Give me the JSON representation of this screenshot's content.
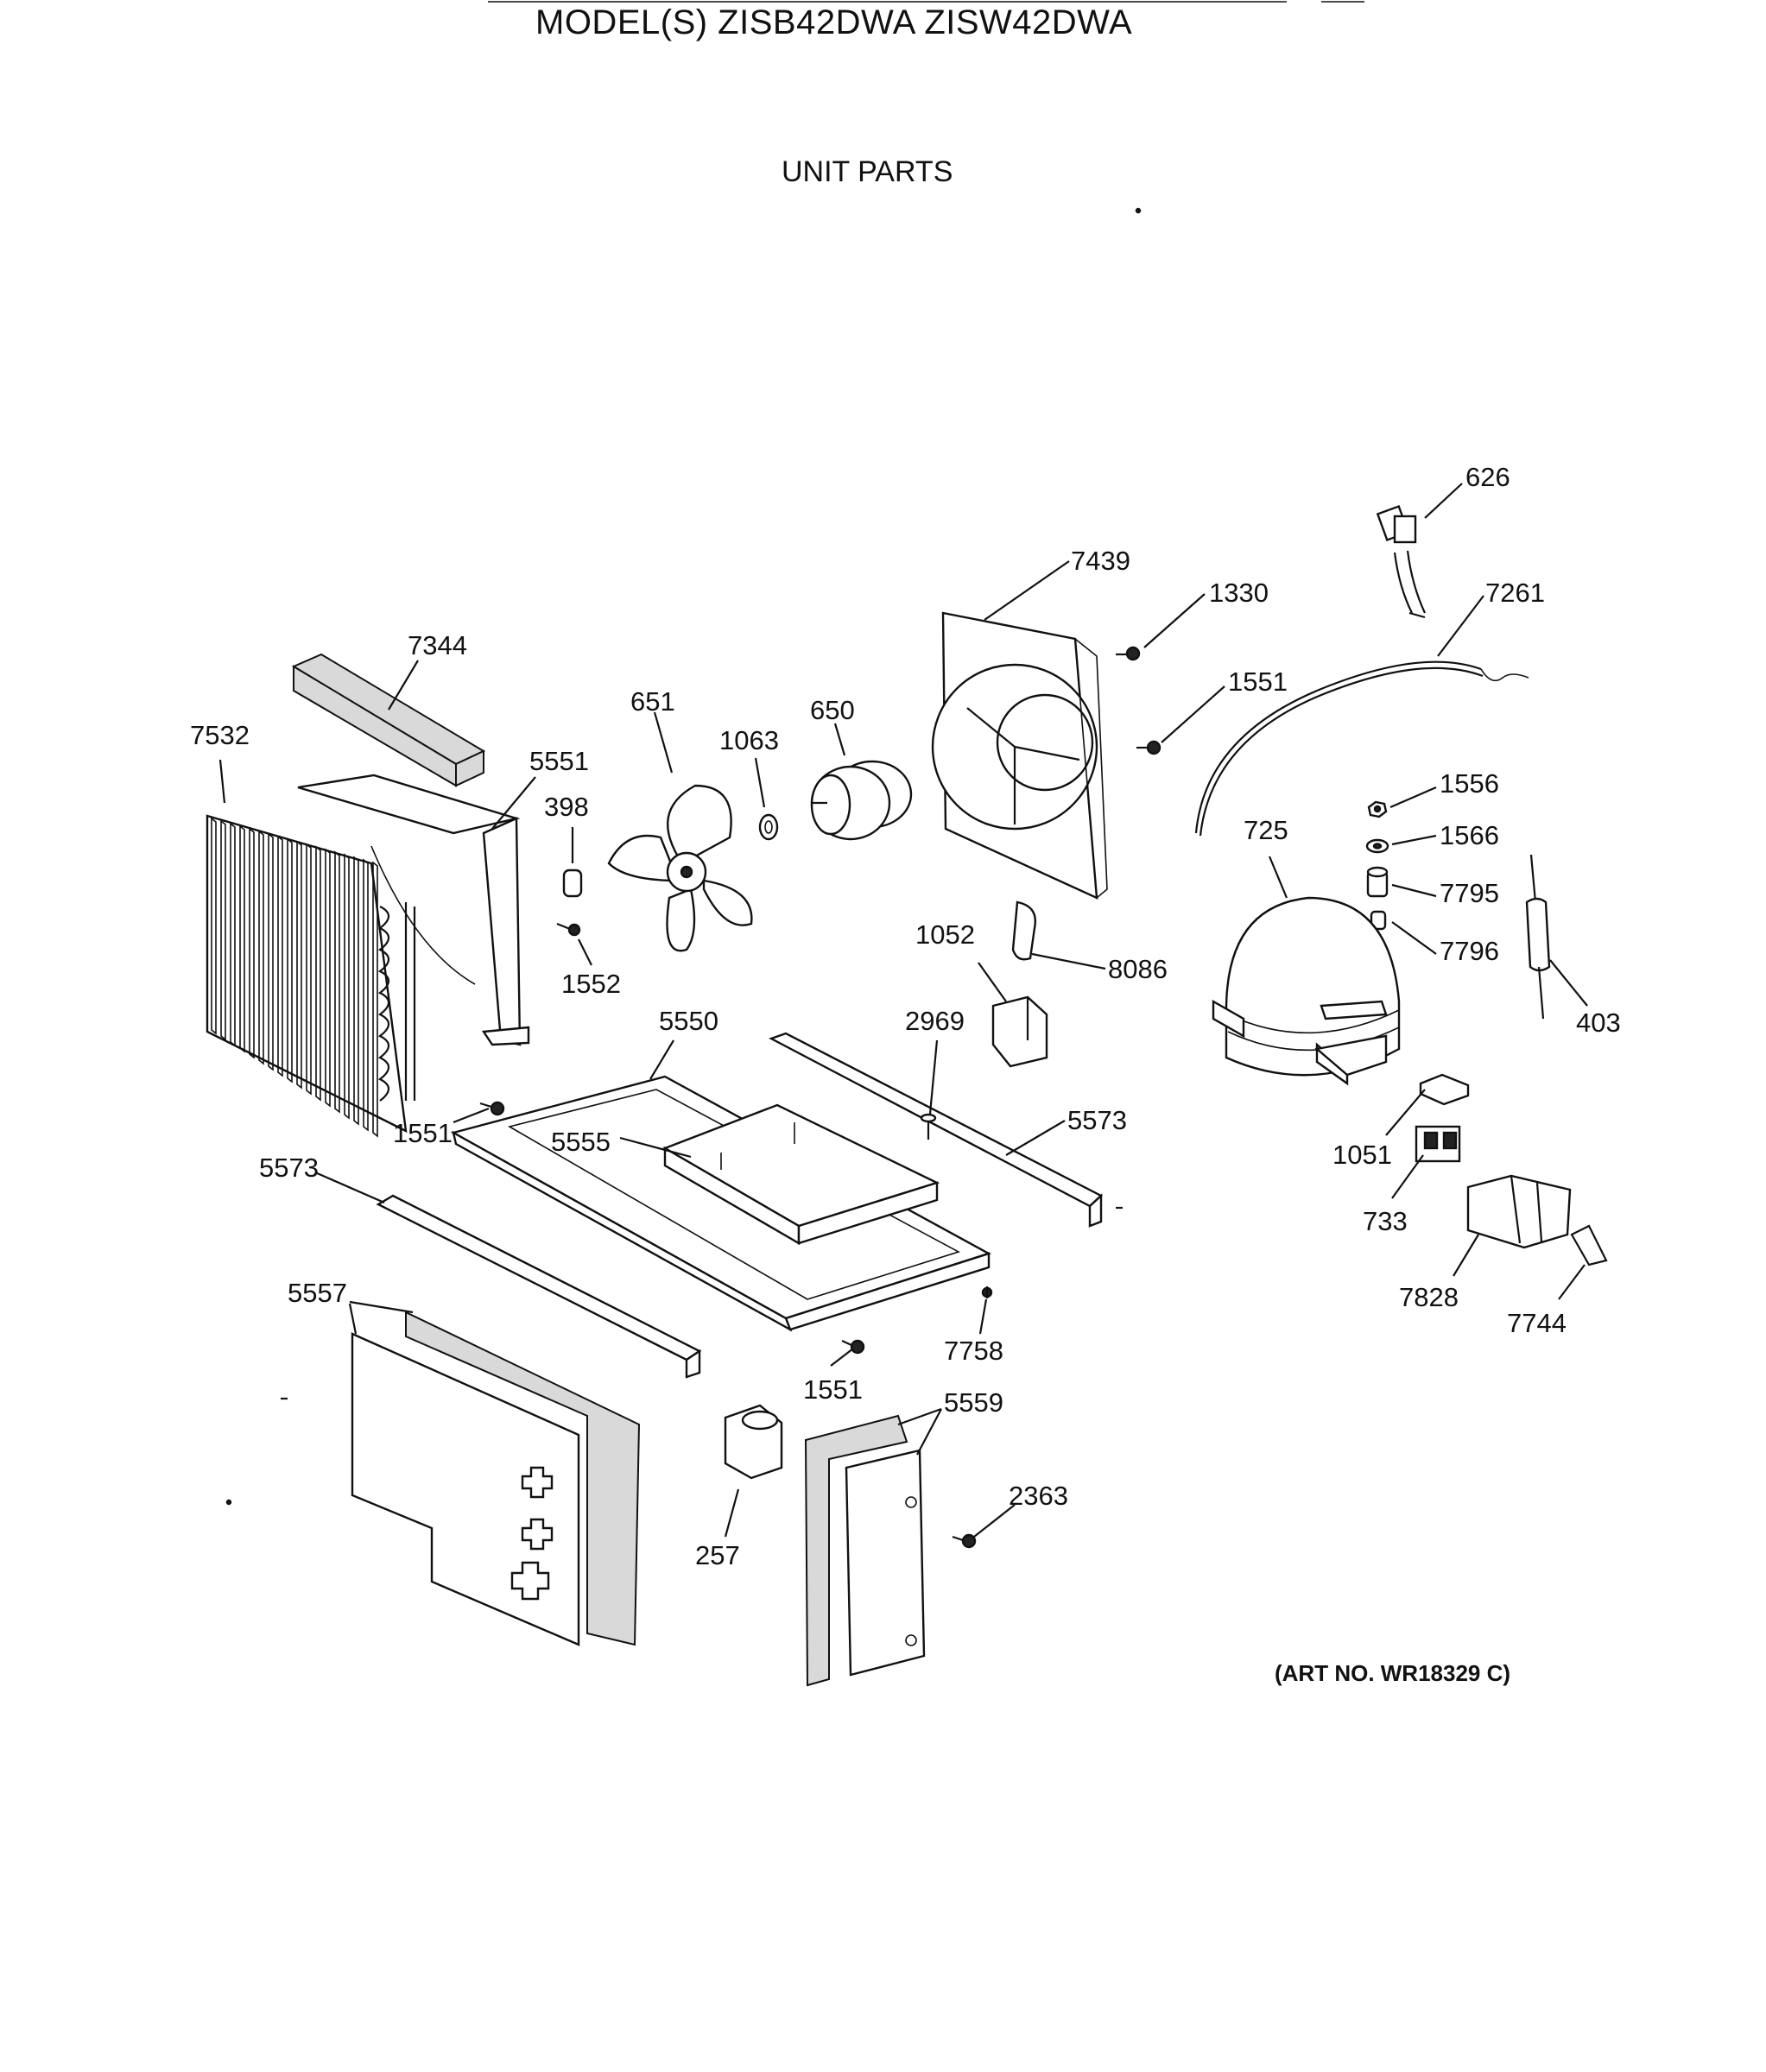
{
  "header": {
    "model_title": "MODEL(S) ZISB42DWA  ZISW42DWA",
    "section_title": "UNIT PARTS"
  },
  "footer": {
    "art_no": "(ART NO. WR18329 C)"
  },
  "callouts": {
    "c626": "626",
    "c7439": "7439",
    "c1330": "1330",
    "c7261": "7261",
    "c7344": "7344",
    "c651": "651",
    "c650": "650",
    "c1063": "1063",
    "c1551a": "1551",
    "c7532": "7532",
    "c5551": "5551",
    "c398": "398",
    "c1556": "1556",
    "c725": "725",
    "c1566": "1566",
    "c7795": "7795",
    "c7796": "7796",
    "c1552": "1552",
    "c1052": "1052",
    "c8086": "8086",
    "c403": "403",
    "c5550": "5550",
    "c2969": "2969",
    "c5573a": "5573",
    "c1551b": "1551",
    "c5555": "5555",
    "c1051": "1051",
    "c5573b": "5573",
    "c733": "733",
    "c7828": "7828",
    "c7744": "7744",
    "c5557": "5557",
    "c7758": "7758",
    "c1551c": "1551",
    "c5559": "5559",
    "c2363": "2363",
    "c257": "257"
  }
}
